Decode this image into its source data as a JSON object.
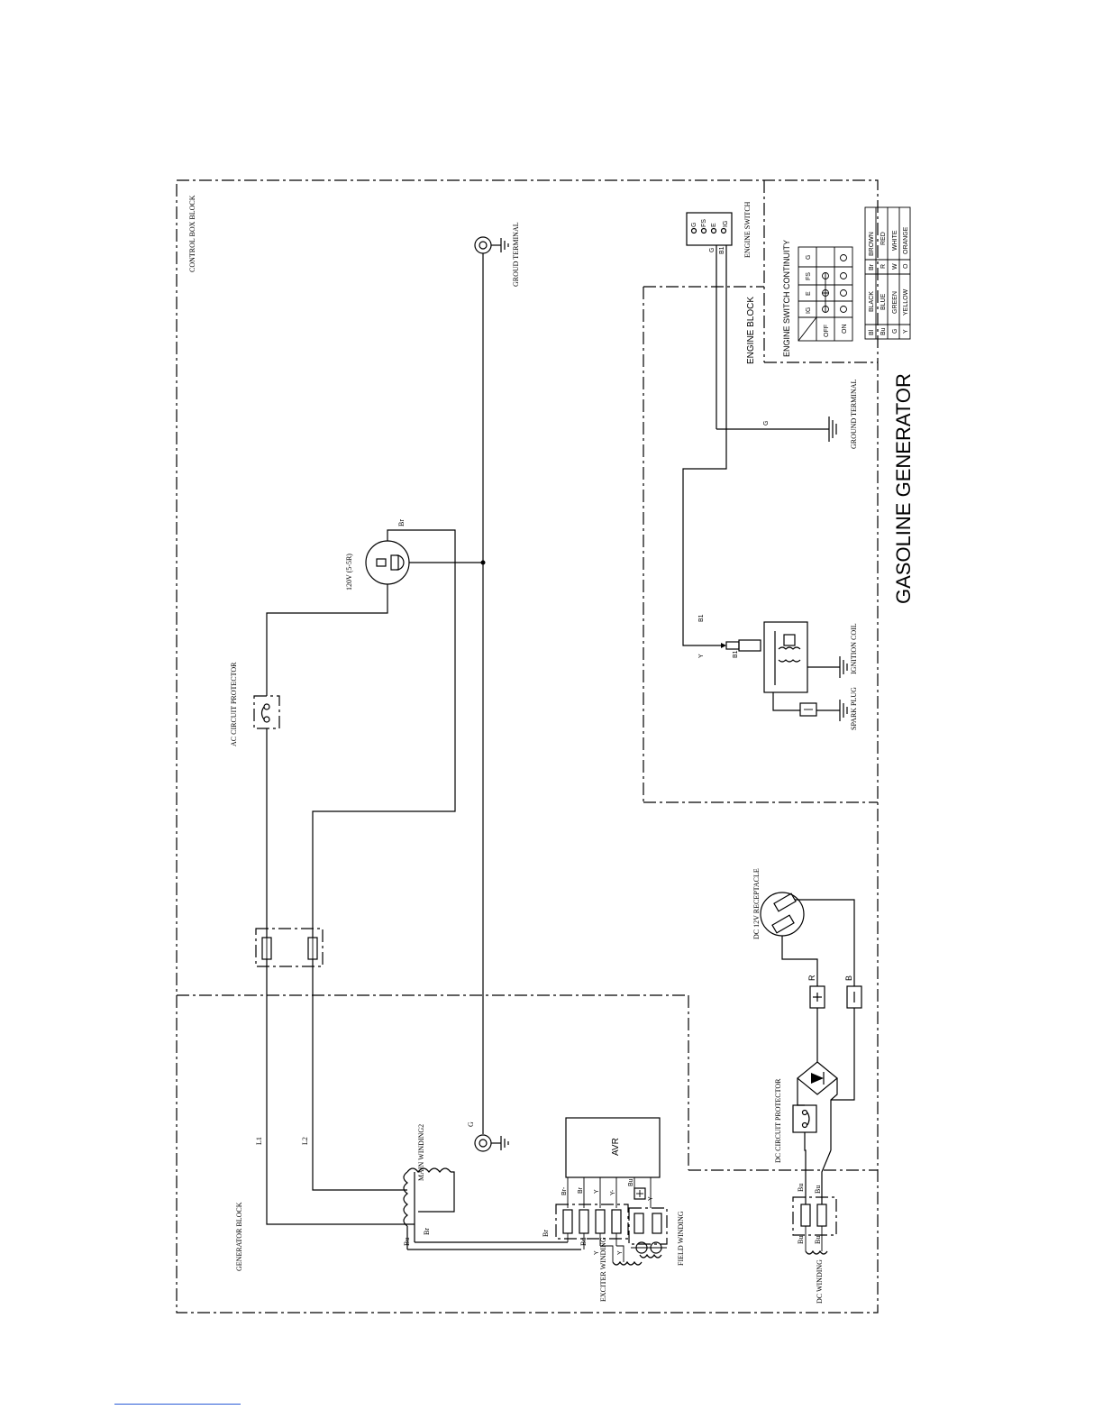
{
  "title": "GASOLINE GENERATOR",
  "blocks": {
    "control_box": "CONTROL BOX BLOCK",
    "generator": "GENERATOR BLOCK",
    "engine": "ENGINE BLOCK"
  },
  "components": {
    "ground_terminal_top": "GROUD TERMINAL",
    "ground_terminal_engine": "GROUND TERMINAL",
    "engine_switch": "ENGINE SWITCH",
    "engine_switch_continuity": "ENGINE SWITCH CONTINUITY",
    "receptacle_120v": "120V (5-5R)",
    "ac_circuit_protector": "AC CIRCUIT PROTECTOR",
    "ignition_coil": "IGNITION COIL",
    "spark_plug": "SPARK PLUG",
    "dc_receptacle": "DC 12V RECEPTACLE",
    "dc_circuit_protector": "DC CIRCUIT PROTECTOR",
    "main_winding": "MAIN WINDING2",
    "avr": "AVR",
    "exciter_winding": "EXCITER WINDING",
    "field_winding": "FIELD WINDING",
    "dc_winding": "DC WINDING"
  },
  "wire_labels": {
    "L1": "L1",
    "L2": "L2",
    "G": "G",
    "Br": "Br",
    "Bu": "Bu",
    "Y": "Y",
    "B1": "B1",
    "R": "R",
    "B": "B",
    "Br_minus": "Br-",
    "Y_minus": "Y-",
    "plus": "+",
    "minus": "−"
  },
  "switch_terminals": [
    "G",
    "FS",
    "E",
    "IG"
  ],
  "continuity_table": {
    "headers": [
      "IG",
      "E",
      "FS",
      "G"
    ],
    "rows": [
      "OFF",
      "ON"
    ]
  },
  "color_legend": [
    [
      "Bl",
      "BLACK",
      "Br",
      "BROWN"
    ],
    [
      "Bu",
      "BLUE",
      "R",
      "RED"
    ],
    [
      "G",
      "GREEN",
      "W",
      "WHITE"
    ],
    [
      "Y",
      "YELLOW",
      "O",
      "ORANGE"
    ]
  ]
}
